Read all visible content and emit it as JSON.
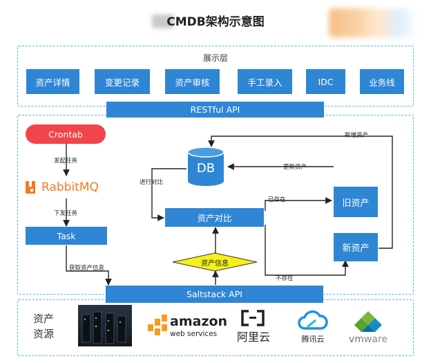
{
  "title": "CMDB架构示意图",
  "layers": {
    "presentation": {
      "label": "展示层",
      "items": [
        "资产详情",
        "变更记录",
        "资产审核",
        "手工录入",
        "IDC",
        "业务线"
      ]
    },
    "restful_api": "RESTful API",
    "saltstack_api": "Saltstack API"
  },
  "nodes": {
    "crontab": "Crontab",
    "rabbitmq": "RabbitMQ",
    "task": "Task",
    "db": "DB",
    "compare": "资产对比",
    "asset_info": "资产信息",
    "old_asset": "旧资产",
    "new_asset": "新资产"
  },
  "edge_labels": {
    "start_task": "发起任务",
    "dispatch_task": "下发任务",
    "get_asset_info": "获取资产信息",
    "do_compare": "进行对比",
    "exists": "已存在",
    "not_exists": "不存在",
    "update_asset": "更新资产",
    "add_asset": "新增资产"
  },
  "resources": {
    "label_line1": "资产",
    "label_line2": "资源",
    "amazon_main": "amazon",
    "amazon_sub": "web services",
    "aliyun": "阿里云",
    "tencent": "腾讯云",
    "vmware_vm": "vm",
    "vmware_ware": "ware"
  },
  "colors": {
    "box_blue": "#2e86d4",
    "crontab_red": "#f0454a",
    "rabbitmq_orange": "#f47a20",
    "diamond_yellow": "#f5ef1a",
    "dashed_border": "#4db7e0"
  }
}
